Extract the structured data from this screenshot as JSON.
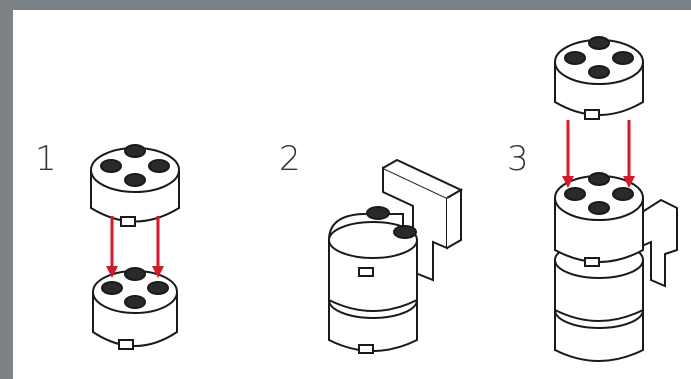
{
  "steps": [
    {
      "number": "1"
    },
    {
      "number": "2"
    },
    {
      "number": "3"
    }
  ],
  "colors": {
    "frame": "#7d8286",
    "panel": "#ffffff",
    "arrow": "#d11a2a",
    "outline": "#1a1a1a",
    "stud": "#2a2a2a"
  }
}
